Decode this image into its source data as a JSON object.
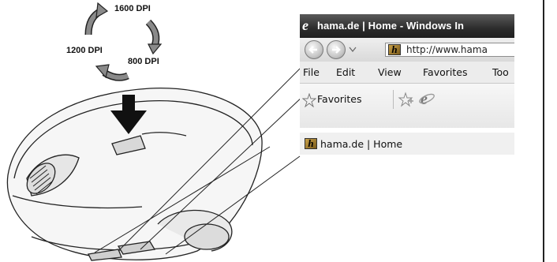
{
  "dpi_labels": {
    "dpi_1600": "1600 DPI",
    "dpi_1200": "1200 DPI",
    "dpi_800": "800 DPI"
  },
  "browser": {
    "title": "hama.de | Home - Windows In",
    "address_url": "http://www.hama",
    "menu": [
      "File",
      "Edit",
      "View",
      "Favorites",
      "Too"
    ],
    "favorites_label": "Favorites",
    "tab_label": "hama.de | Home",
    "logo_letter": "h"
  },
  "icons": {
    "back": "back-arrow-icon",
    "forward": "forward-arrow-icon",
    "dropdown": "chevron-down-icon",
    "favorites_star": "star-icon",
    "add_favorite": "add-favorite-icon",
    "ie": "ie-logo-icon",
    "site": "hama-logo-icon"
  }
}
